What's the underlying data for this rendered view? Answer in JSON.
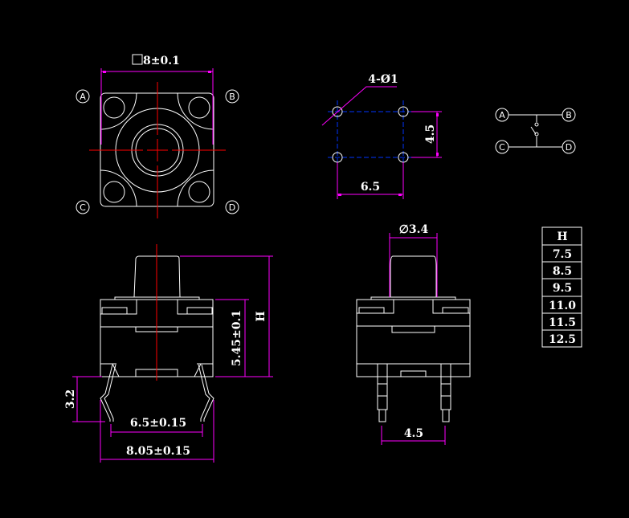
{
  "top_view": {
    "dimension": "8±0.1",
    "pins": [
      "A",
      "B",
      "C",
      "D"
    ]
  },
  "hole_pattern": {
    "hole_label": "4-Ø1",
    "height": "4.5",
    "width": "6.5"
  },
  "schematic": {
    "pins": [
      "A",
      "B",
      "C",
      "D"
    ]
  },
  "side_view": {
    "height_label": "H",
    "body_height": "5.45±0.1",
    "lead_length": "3.2",
    "inner_span": "6.5±0.15",
    "outer_span": "8.05±0.15"
  },
  "front_view": {
    "button_diameter": "∅3.4",
    "pin_pitch": "4.5"
  },
  "h_table": {
    "header": "H",
    "values": [
      "7.5",
      "8.5",
      "9.5",
      "11.0",
      "11.5",
      "12.5"
    ]
  },
  "colors": {
    "background": "#000000",
    "outline": "#ffffff",
    "dimension": "#ff00ff",
    "centerline": "#ff0000",
    "hole_grid": "#0033ff"
  }
}
